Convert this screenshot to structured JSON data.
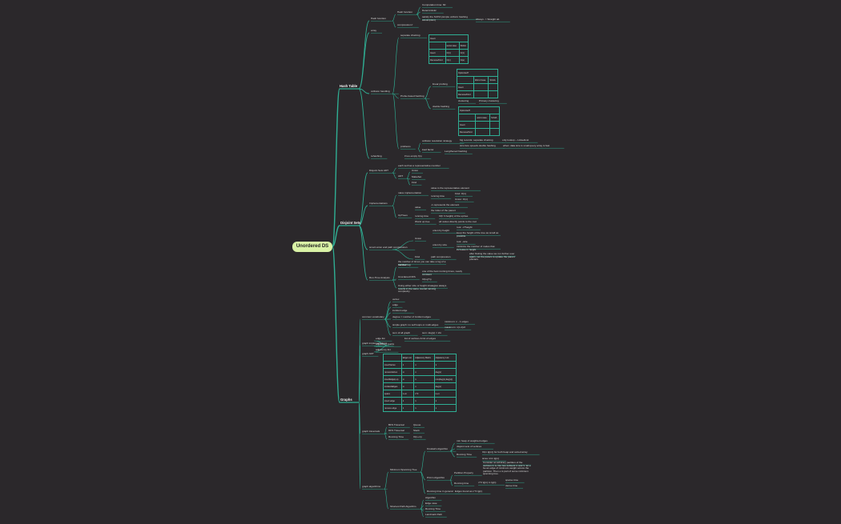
{
  "root": "Unordered DS",
  "branches": [
    {
      "label": "Hash Table"
    },
    {
      "label": "Disjoint Sets"
    },
    {
      "label": "Graphs"
    }
  ],
  "nodes": {
    "hash_function": "Hash function",
    "array": "array",
    "collision_handling": "collision handling",
    "rehashing": "rehashing",
    "hf_hash": "Hash function",
    "hf_compression": "compression f",
    "hf_c1": "Computation time: 60",
    "hf_c2": "Deterministic",
    "hf_c3": "satisfy the SUHA (simple uniform hashing assumption)",
    "hf_c4": "Always -> Straight alt.",
    "separate_chaining": "separate chaining",
    "probe_hashing": "Probe-based hashing",
    "linear_probing": "linear probing",
    "double_hashing": "double hashing",
    "problems": "problems",
    "clustering": "clustering",
    "primary_clustering": "Primary clustering",
    "load_factor": "load factor",
    "cwt": "collision resolution strategy",
    "big_records": "big records: separate chaining",
    "bad_impl": "structure speeds double hashing",
    "only_lookup": "only lookup ~ LinkedList",
    "when_data_small": "when: data size is small query array is fast",
    "rehash_note": "if too empty f(n)",
    "resize_note": "Lengthened hashing",
    "alpha": "a",
    "ds_adt": "Disjoint Sets ADT",
    "ds_impl": "Implementations",
    "ds_smart": "smart union and path compression",
    "ds_runtime": "Run-Time Analysis",
    "adt_note": "each set has a representative member",
    "adt": "ADT",
    "adt_find": "Find",
    "adt_union": "Union",
    "adt_make": "MakeSet",
    "naive_impl": "naive implementation",
    "naive_note": "value is the representative element",
    "running_time": "running time",
    "rt_find": "Find: O(1)",
    "rt_union": "Union: O(n)",
    "uptrees": "UpTrees",
    "uptrees_value": "value",
    "uptrees_v1": "-1 represents the element",
    "uptrees_v2": "the index of the parent",
    "uptrees_rt": "running time",
    "uptrees_rt1": "O(h h height) of the uptree",
    "uptrees_worst": "Worst up tree",
    "uptrees_worst1": "all nodes directly points to the root",
    "smart_union": "Union",
    "union_height": "union by height",
    "union_height1": "root: -1*height",
    "union_height2": "keep the height of the tree as small as possible",
    "union_size": "union by size",
    "union_size1": "root: -size",
    "union_size2": "minimize the number of nodes that increase in height",
    "find": "Find",
    "path_comp": "path compression",
    "path_comp_note": "after finding the value we run further over again, set the parent to update the parent pointers",
    "iterated_log": "Iterated log",
    "iterated_log_note": "the number of times you can take a log of a number",
    "union_find": "Unordered DFS",
    "union_find_note": "one of the best running times, nearly constant",
    "union_find_rt": "O(log*n)",
    "smart_union_note": "Using either size or height strategies always results in the same overall running complexity",
    "vocab": "common vocabulary",
    "vocab_vertex": "vertex",
    "vocab_edge": "edge",
    "vocab_incident": "incident edge",
    "vocab_degree": "degree = number of incident edges",
    "vocab_simple": "simple graph: no self loops or multi-edges",
    "vocab_min": "minimum: n - 1 edges",
    "vocab_max": "maximum: n(n-1)/2",
    "vocab_sum": "sum of all graph",
    "vocab_sum_val": "sum: deg(v) = 2m",
    "graph_impl": "graph implementations",
    "edge_list": "edge list",
    "edge_list_note": "list of vertices & list of edges",
    "adj_matrix": "adjacency matrix",
    "adj_list": "adjacency list",
    "graph_adt": "graph ADT",
    "graph_traversal": "graph traversals",
    "bfs": "BFS Traversal",
    "bfs_val": "Queue",
    "dfs": "DFS Traversal",
    "dfs_val": "Stack",
    "trav_rt": "Running Time",
    "trav_rt_val": "O(n+m)",
    "graph_algo": "graph algorithms",
    "mst": "Minimum Spanning Tree",
    "kruskal": "Kruskal's Algorithm",
    "kruskal1": "min heap of weighted edges",
    "kruskal2": "disjoint sets of vertices",
    "kruskal3": "Running Time",
    "kruskal3a": "O(m lg(n)) for both heap and sorted array",
    "kruskal3b": "sizes n=m lg(n)",
    "prim": "Prim's Algorithm",
    "prim_partition": "Partition Property",
    "prim_partition_note": "Consider an arbitrary partition of the vertices in G into two subsets U and V. let e be an edge of minimum weight across the partition. Then e is part of some minimum spanning tree.",
    "prim_rt": "Running time",
    "prim_rt_val": "n^2 lg(n) m lg(n)",
    "prim_sparse": "sparse time",
    "prim_dense": "dense time",
    "mst_rt": "Running time in general",
    "mst_rt_val": "Edges found as n^2 lg(n)",
    "sp": "Shortest Path Algorithm",
    "sp1": "Algorithm",
    "sp2": "Edge case",
    "sp3": "Running Time",
    "sp4": "Landmark Path"
  },
  "tables": {
    "chain": {
      "caption": "Insert",
      "headers": [
        "",
        "worst case",
        "SUHA"
      ],
      "rows": [
        [
          "Insert",
          "O(1)",
          "O(1)"
        ],
        [
          "Remove/Find",
          "O(n)",
          "O(a)"
        ]
      ]
    },
    "linear": {
      "caption": "Optimized?",
      "headers": [
        "",
        "Worst Case",
        "SUHA"
      ],
      "rows": [
        [
          "Insert",
          "",
          ""
        ],
        [
          "Remove/Find",
          "",
          ""
        ]
      ]
    },
    "double": {
      "caption": "Optimized?",
      "headers": [
        "",
        "worst case",
        "SUHA"
      ],
      "rows": [
        [
          "Insert",
          "",
          ""
        ],
        [
          "Remove/Find",
          "",
          ""
        ]
      ]
    },
    "adt": {
      "headers": [
        "",
        "Edge List",
        "Adjacency Matrix",
        "Adjacency List"
      ],
      "rows": [
        [
          "insertVertex",
          "1",
          "n",
          "1"
        ],
        [
          "removeVertex",
          "m",
          "n",
          "deg(v)"
        ],
        [
          "insertEdge(v,u)",
          "m",
          "1",
          "min(deg(v),deg(u))"
        ],
        [
          "incidentEdges",
          "m",
          "n",
          "deg(v)"
        ],
        [
          "space",
          "n+m",
          "n^2",
          "n+m"
        ],
        [
          "insert edge",
          "1",
          "1",
          "1"
        ],
        [
          "remove edge",
          "1",
          "1",
          "1"
        ]
      ]
    }
  }
}
